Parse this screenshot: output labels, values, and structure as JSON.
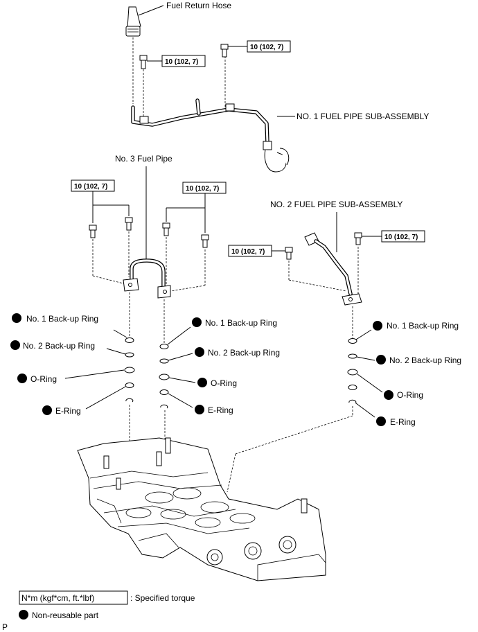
{
  "labels": {
    "fuel_return_hose": "Fuel Return Hose",
    "no1_fuel_pipe": "NO. 1 FUEL PIPE SUB-ASSEMBLY",
    "no3_fuel_pipe": "No. 3 Fuel Pipe",
    "no2_fuel_pipe": "NO. 2 FUEL PIPE SUB-ASSEMBLY"
  },
  "torque_value": "10 (102, 7)",
  "rings_left": {
    "backup1": "No. 1 Back-up Ring",
    "backup2": "No. 2 Back-up Ring",
    "oring": "O-Ring",
    "ering": "E-Ring"
  },
  "rings_middle": {
    "backup1": "No. 1 Back-up Ring",
    "backup2": "No. 2 Back-up Ring",
    "oring": "O-Ring",
    "ering": "E-Ring"
  },
  "rings_right": {
    "backup1": "No. 1 Back-up Ring",
    "backup2": "No. 2 Back-up Ring",
    "oring": "O-Ring",
    "ering": "E-Ring"
  },
  "legend": {
    "torque_unit": "N*m (kgf*cm, ft.*lbf)",
    "torque_desc": ": Specified torque",
    "non_reusable": "Non-reusable part"
  },
  "corner_code": "P"
}
